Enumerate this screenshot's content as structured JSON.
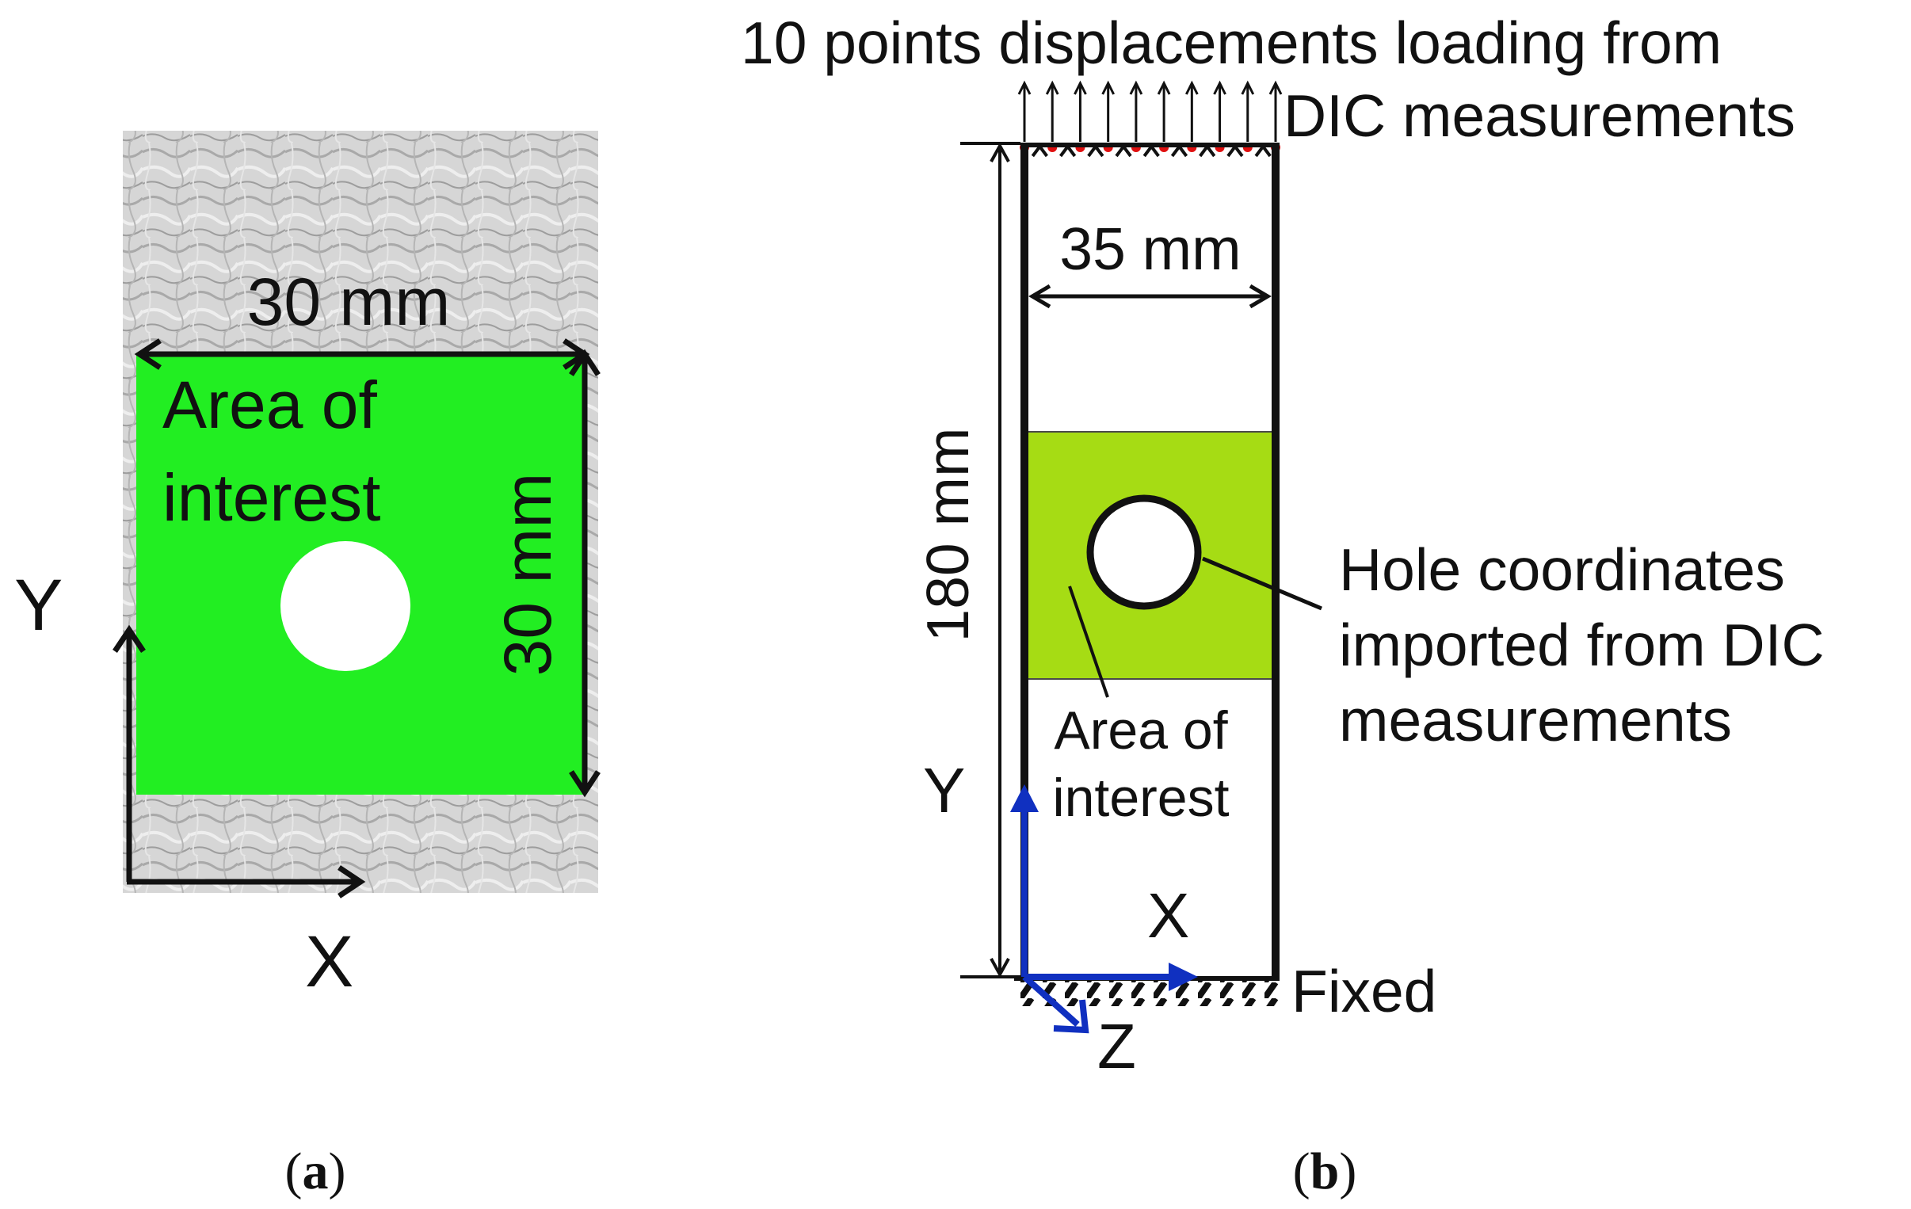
{
  "colors": {
    "aoi_green_a": "#22ee22",
    "aoi_green_b": "#a6dc14",
    "axis_blue": "#1030c0",
    "load_point_red": "#e01010",
    "ink": "#111111"
  },
  "panel_a": {
    "caption_paren_open": "(",
    "caption_letter": "a",
    "caption_paren_close": ")",
    "width_label": "30 mm",
    "height_label": "30 mm",
    "area_label_line1": "Area of",
    "area_label_line2": "interest",
    "axis_y": "Y",
    "axis_x": "X"
  },
  "panel_b": {
    "caption_paren_open": "(",
    "caption_letter": "b",
    "caption_paren_close": ")",
    "load_label_line1": "10 points displacements loading from",
    "load_label_line2": "DIC measurements",
    "width_label": "35 mm",
    "length_label": "180 mm",
    "hole_label_line1": "Hole coordinates",
    "hole_label_line2": "imported from DIC",
    "hole_label_line3": "measurements",
    "area_label_line1": "Area of",
    "area_label_line2": "interest",
    "axis_y": "Y",
    "axis_x": "X",
    "axis_z": "Z",
    "support_label": "Fixed",
    "load_point_count": 10
  }
}
